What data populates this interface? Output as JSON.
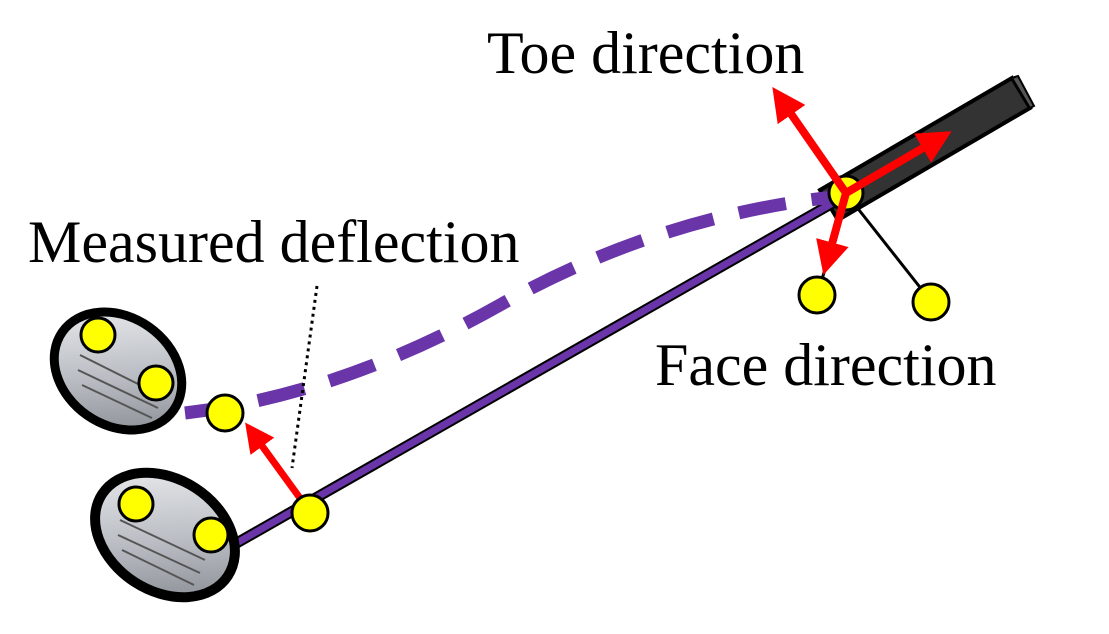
{
  "labels": {
    "toe_direction": "Toe direction",
    "measured_deflection": "Measured deflection",
    "face_direction": "Face direction"
  },
  "colors": {
    "shaft": "#6a35a8",
    "arrow": "#ff0000",
    "marker": "#ffff00",
    "marker_outline": "#000000",
    "grip": "#333333",
    "head_fill": "#bfc3c8",
    "head_outline": "#000000"
  }
}
